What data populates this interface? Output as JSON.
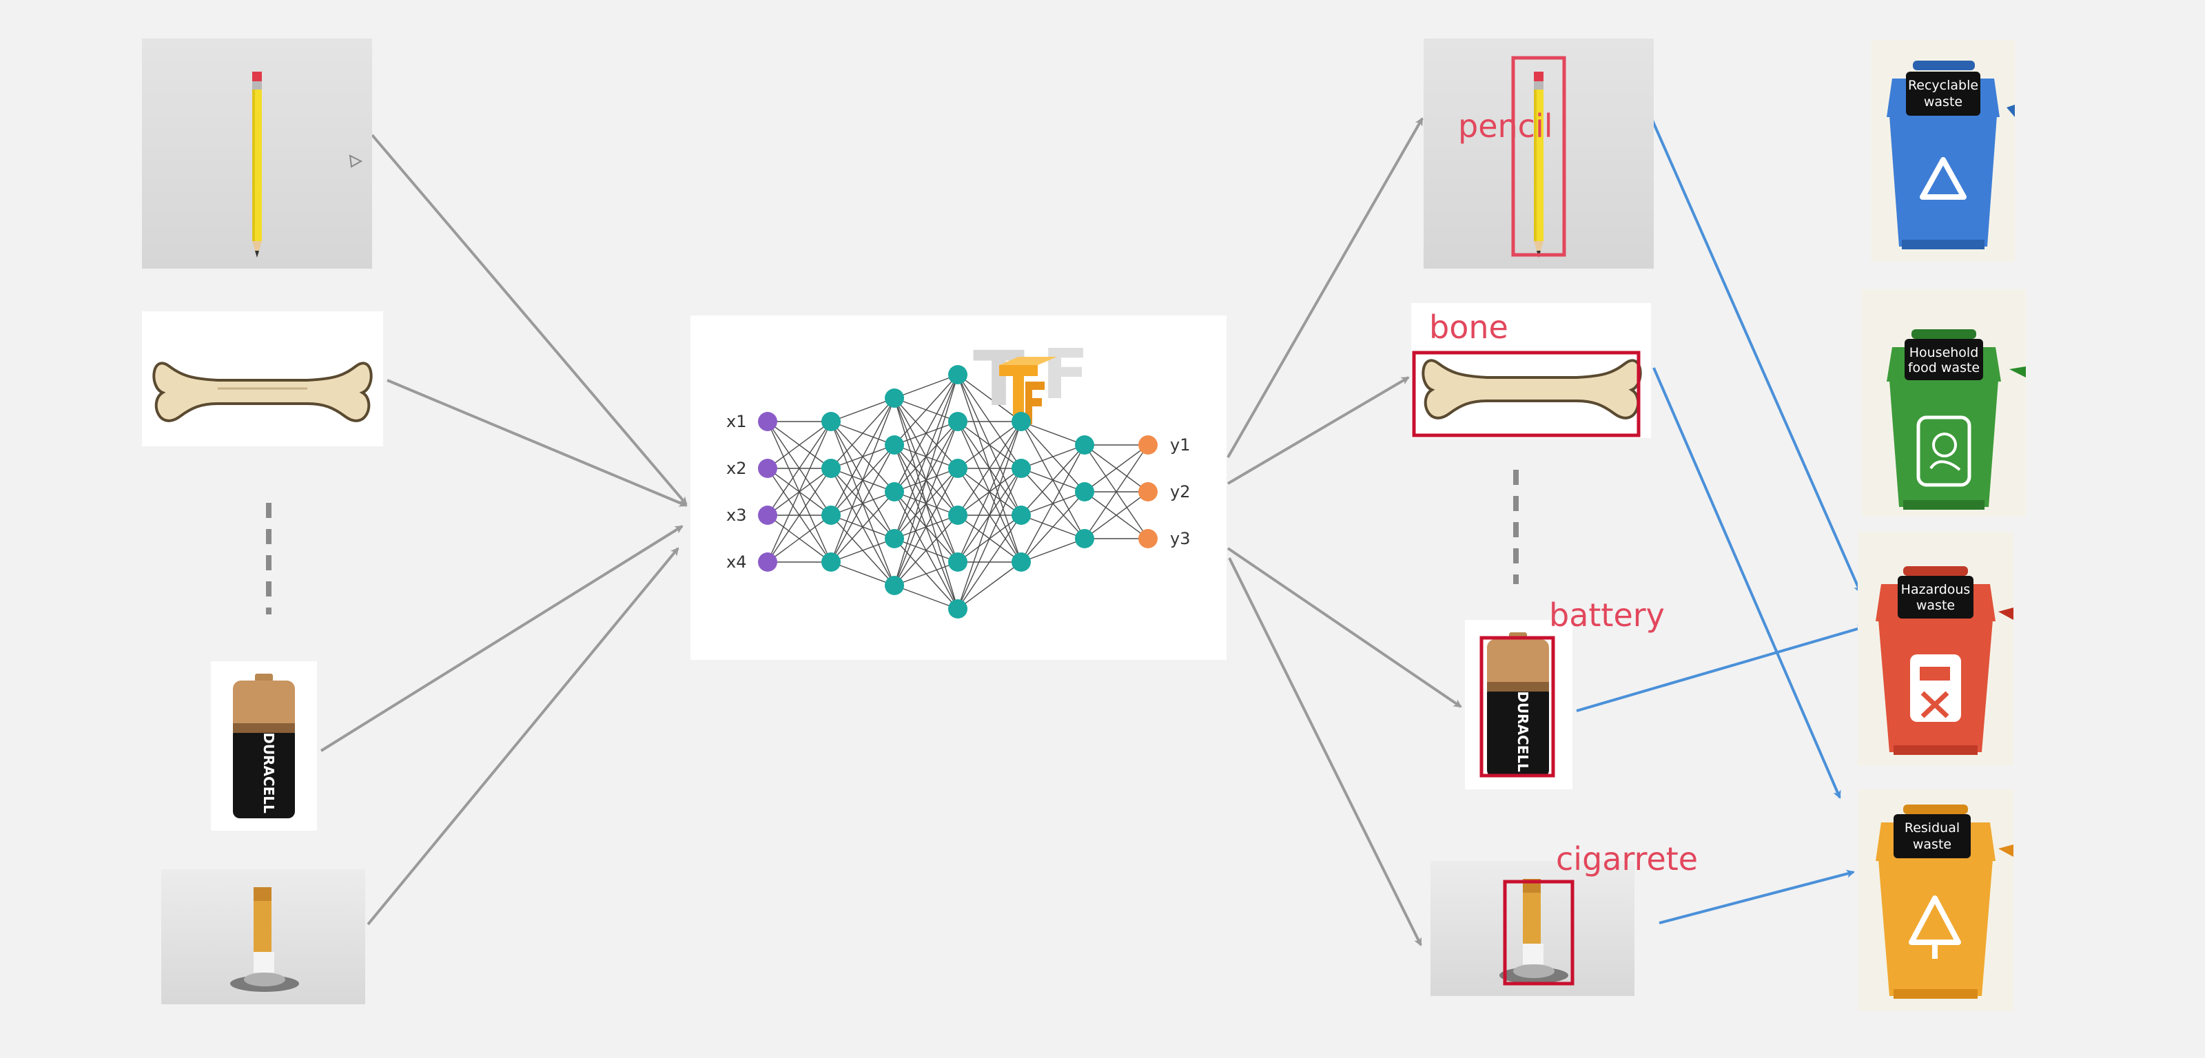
{
  "colors": {
    "background": "#f2f2f2",
    "gray_arrow": "#9a9a9a",
    "blue_arrow": "#4a90d9",
    "detection_box": "#c8102e",
    "detection_box_pencil": "#e2475c",
    "label_text": "#e2475c",
    "input_node": "#8b5cc7",
    "hidden_node": "#1aa8a0",
    "output_node": "#f28c4a",
    "bin_blue": "#3d7dd6",
    "bin_green": "#3d9a3a",
    "bin_red": "#e0523a",
    "bin_yellow": "#f0a830",
    "tf_logo": "#f5a623"
  },
  "network": {
    "input_labels": [
      "x1",
      "x2",
      "x3",
      "x4"
    ],
    "output_labels": [
      "y1",
      "y2",
      "y3"
    ],
    "logo_icon": "tensorflow-logo-icon"
  },
  "detections": {
    "pencil": "pencil",
    "bone": "bone",
    "battery": "battery",
    "cigarette": "cigarrete"
  },
  "bins": {
    "recyclable": {
      "line1": "Recyclable",
      "line2": "waste",
      "icon": "recycle-icon"
    },
    "household": {
      "line1": "Household",
      "line2": "food waste",
      "icon": "food-waste-icon"
    },
    "hazardous": {
      "line1": "Hazardous",
      "line2": "waste",
      "icon": "hazard-battery-icon"
    },
    "residual": {
      "line1": "Residual",
      "line2": "waste",
      "icon": "residual-icon"
    }
  }
}
